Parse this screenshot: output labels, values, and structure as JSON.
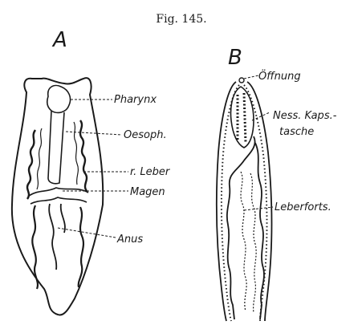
{
  "figure": {
    "number": "Fig. 145.",
    "panel_a": {
      "letter": "A",
      "labels": {
        "pharynx": "Pharynx",
        "oesophagus": "Oesoph.",
        "liver": "r. Leber",
        "stomach": "Magen",
        "anus": "Anus"
      }
    },
    "panel_b": {
      "letter": "B",
      "labels": {
        "opening": "Öffnung",
        "capsule_line1": "Ness. Kaps.-",
        "capsule_line2": "tasche",
        "liver_process": "Leberforts."
      }
    }
  },
  "colors": {
    "ink": "#1a1a1a",
    "paper": "#ffffff"
  }
}
